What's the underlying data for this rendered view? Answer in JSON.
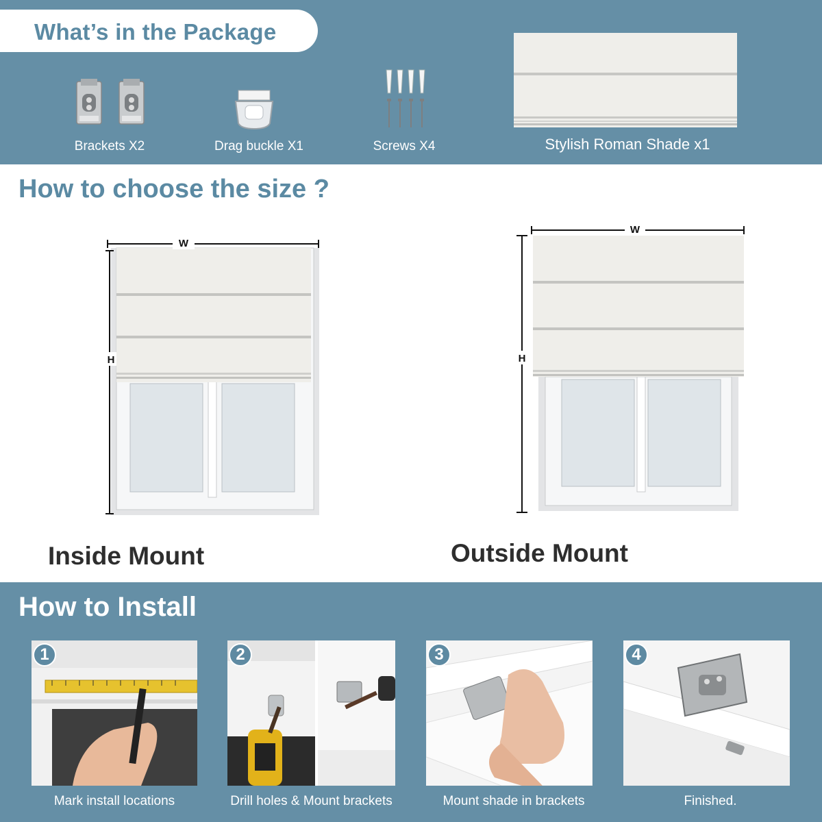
{
  "package": {
    "title": "What’s in the Package",
    "items": [
      {
        "label": "Brackets X2",
        "icon": "bracket-icon"
      },
      {
        "label": "Drag buckle X1",
        "icon": "buckle-icon"
      },
      {
        "label": "Screws X4",
        "icon": "screw-icon"
      },
      {
        "label": "Stylish Roman Shade x1",
        "icon": "roman-shade-icon"
      }
    ]
  },
  "size": {
    "title": "How to choose the size ?",
    "width_marker": "W",
    "height_marker": "H",
    "inside_label": "Inside Mount",
    "outside_label": "Outside Mount"
  },
  "install": {
    "title": "How to Install",
    "steps": [
      {
        "number": "1",
        "caption": "Mark install locations"
      },
      {
        "number": "2",
        "caption": "Drill holes & Mount brackets"
      },
      {
        "number": "3",
        "caption": "Mount shade in brackets"
      },
      {
        "number": "4",
        "caption": "Finished."
      }
    ]
  },
  "colors": {
    "band": "#658fa6",
    "title_blue": "#5b8aa3",
    "shade": "#efeeea"
  }
}
